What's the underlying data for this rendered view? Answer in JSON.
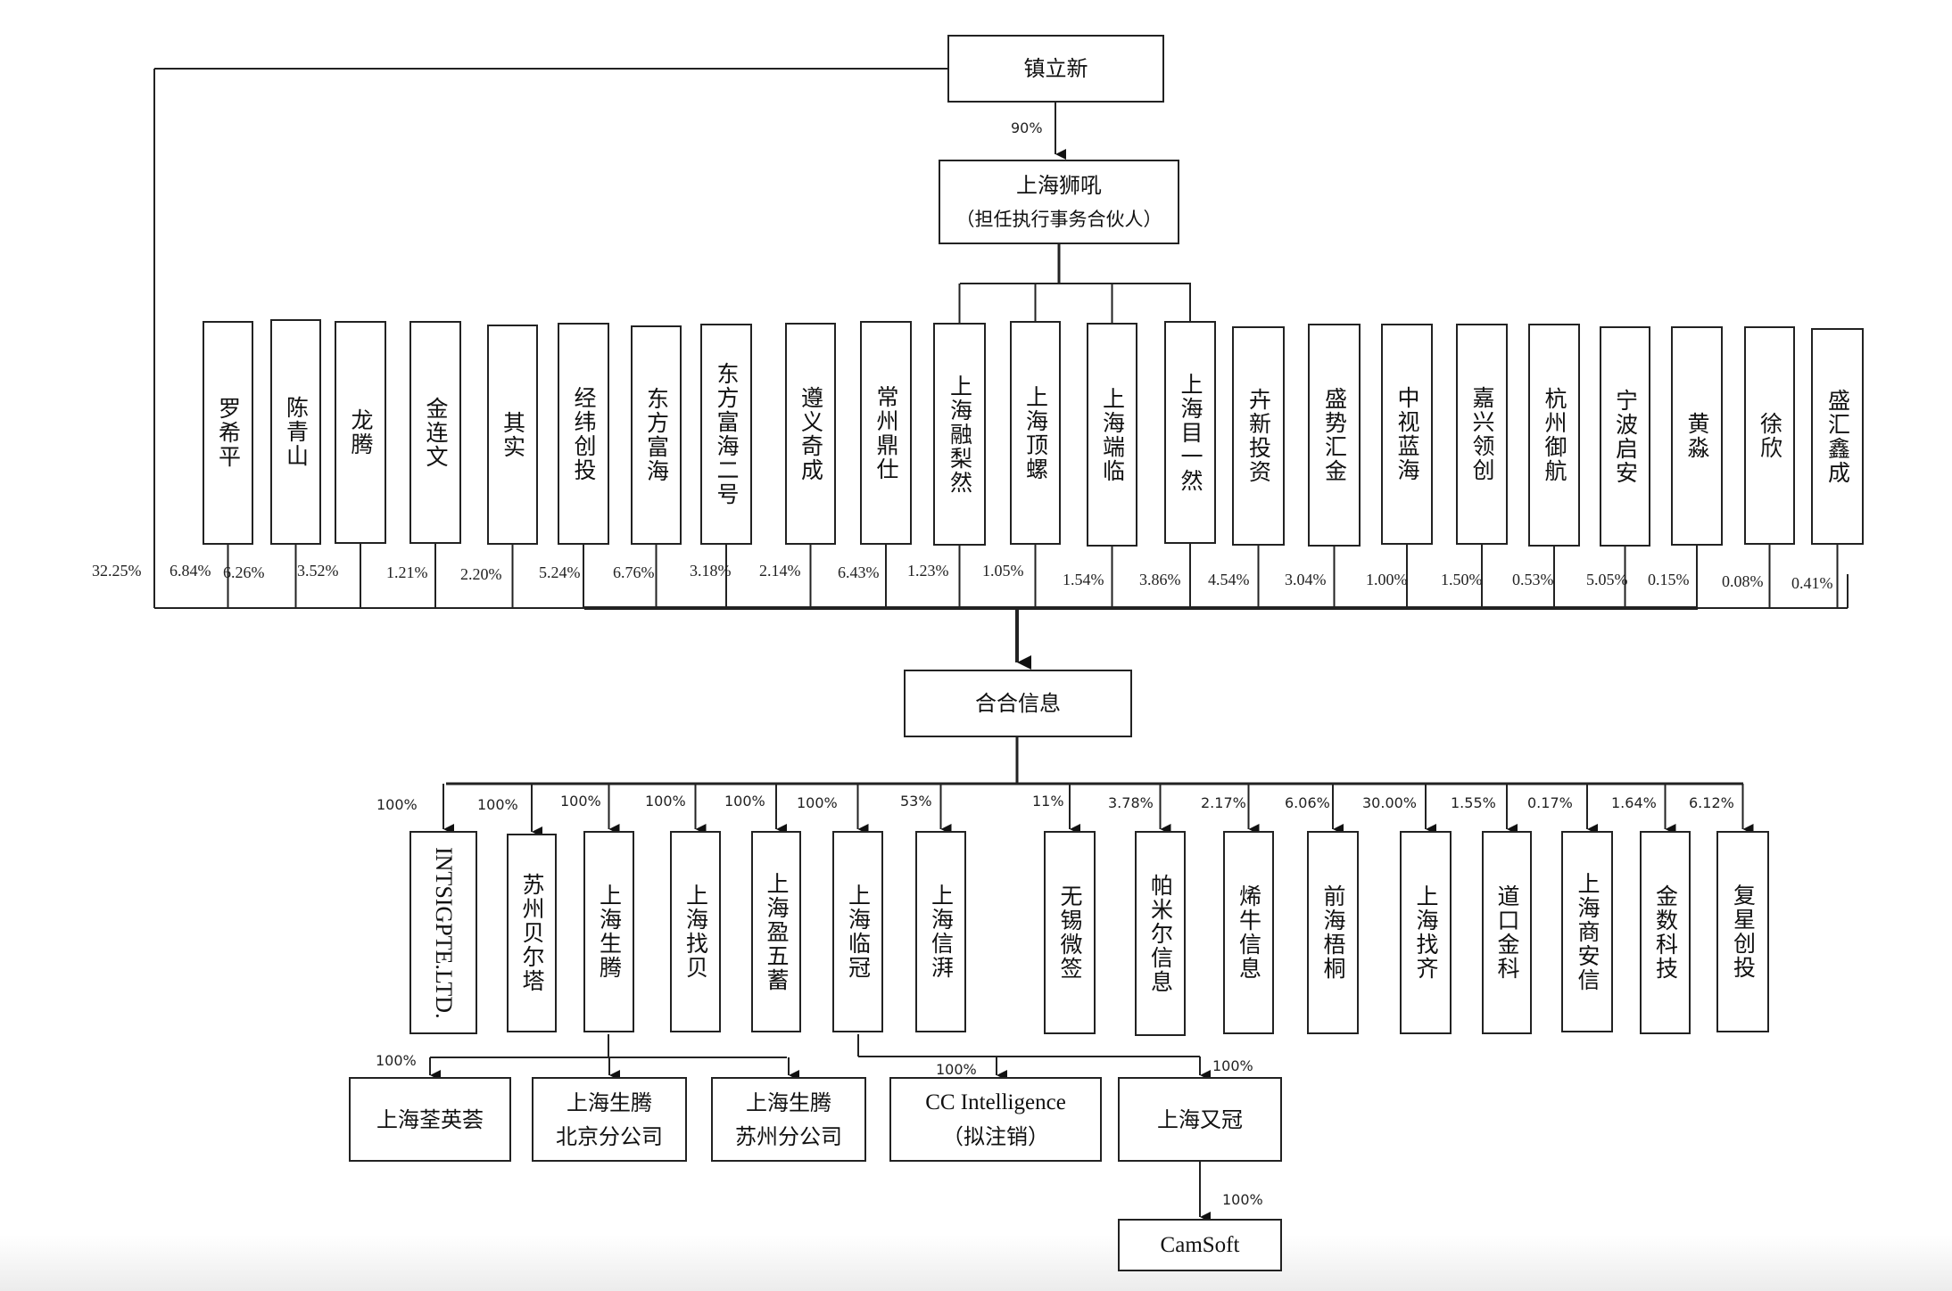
{
  "top": {
    "controller": "镇立新",
    "controller_to_gp_pct": "90%",
    "gp_name": "上海狮吼",
    "gp_note": "（担任执行事务合伙人）",
    "controller_direct_pct": "32.25%"
  },
  "shareholders": [
    {
      "name": "罗希平",
      "pct": "6.84%"
    },
    {
      "name": "陈青山",
      "pct": "6.26%"
    },
    {
      "name": "龙腾",
      "pct": "3.52%"
    },
    {
      "name": "金连文",
      "pct": "1.21%"
    },
    {
      "name": "其实",
      "pct": "2.20%"
    },
    {
      "name": "经纬创投",
      "pct": "5.24%"
    },
    {
      "name": "东方富海",
      "pct": "6.76%"
    },
    {
      "name": "东方富海二号",
      "pct": "3.18%"
    },
    {
      "name": "遵义奇成",
      "pct": "2.14%"
    },
    {
      "name": "常州鼎仕",
      "pct": "6.43%"
    },
    {
      "name": "上海融梨然",
      "pct": "1.23%",
      "gp_controlled": true
    },
    {
      "name": "上海顶螺",
      "pct": "1.05%",
      "gp_controlled": true
    },
    {
      "name": "上海端临",
      "pct": "1.54%",
      "gp_controlled": true
    },
    {
      "name": "上海目一然",
      "pct": "3.86%",
      "gp_controlled": true
    },
    {
      "name": "卉新投资",
      "pct": "4.54%"
    },
    {
      "name": "盛势汇金",
      "pct": "3.04%"
    },
    {
      "name": "中视蓝海",
      "pct": "1.00%"
    },
    {
      "name": "嘉兴领创",
      "pct": "1.50%"
    },
    {
      "name": "杭州御航",
      "pct": "0.53%"
    },
    {
      "name": "宁波启安",
      "pct": "5.05%"
    },
    {
      "name": "黄淼",
      "pct": "0.15%"
    },
    {
      "name": "徐欣",
      "pct": "0.08%"
    },
    {
      "name": "盛汇鑫成",
      "pct": "0.41%"
    }
  ],
  "company": {
    "name": "合合信息"
  },
  "subsidiaries": [
    {
      "name": "INTSIGPTE.LTD.",
      "pct": "100%",
      "latin": true
    },
    {
      "name": "苏州贝尔塔",
      "pct": "100%"
    },
    {
      "name": "上海生腾",
      "pct": "100%"
    },
    {
      "name": "上海找贝",
      "pct": "100%"
    },
    {
      "name": "上海盈五蓄",
      "pct": "100%"
    },
    {
      "name": "上海临冠",
      "pct": "100%"
    },
    {
      "name": "上海信湃",
      "pct": "53%"
    },
    {
      "name": "无锡微签",
      "pct": "11%"
    },
    {
      "name": "帕米尔信息",
      "pct": "3.78%"
    },
    {
      "name": "烯牛信息",
      "pct": "2.17%"
    },
    {
      "name": "前海梧桐",
      "pct": "6.06%"
    },
    {
      "name": "上海找齐",
      "pct": "30.00%"
    },
    {
      "name": "道口金科",
      "pct": "1.55%"
    },
    {
      "name": "上海商安信",
      "pct": "0.17%"
    },
    {
      "name": "金数科技",
      "pct": "1.64%"
    },
    {
      "name": "复星创投",
      "pct": "6.12%"
    }
  ],
  "shengteng_children": {
    "pct": "100%",
    "items": [
      {
        "line1": "上海荃英荟",
        "line2": ""
      },
      {
        "line1": "上海生腾",
        "line2": "北京分公司"
      },
      {
        "line1": "上海生腾",
        "line2": "苏州分公司"
      }
    ]
  },
  "linguan_children": [
    {
      "line1": "CC Intelligence",
      "line2": "（拟注销）",
      "pct": "100%"
    },
    {
      "line1": "上海又冠",
      "line2": "",
      "pct": "100%"
    }
  ],
  "camsoft": {
    "name": "CamSoft",
    "pct": "100%"
  }
}
